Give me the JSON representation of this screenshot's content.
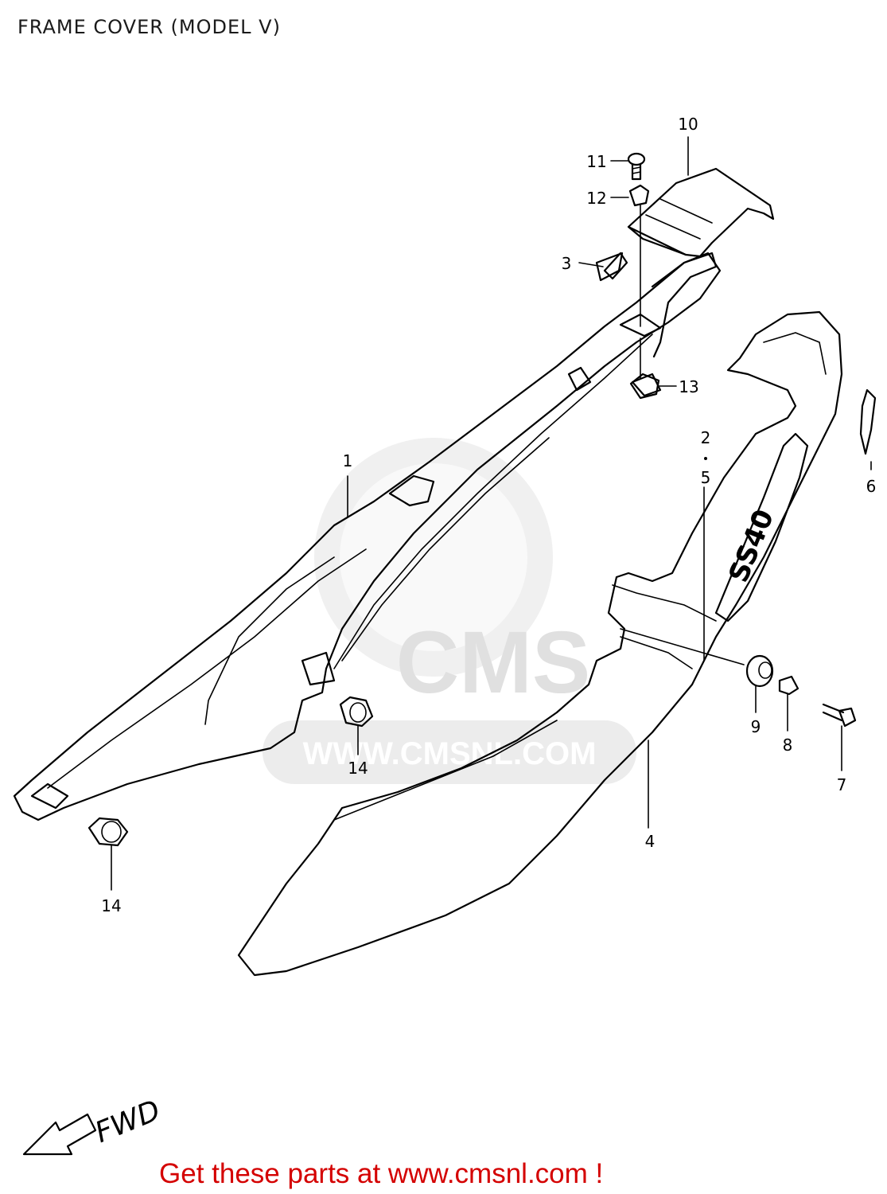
{
  "title": "FRAME COVER (MODEL V)",
  "footer": {
    "text": "Get these parts at www.cmsnl.com !",
    "color": "#d40000"
  },
  "watermark": {
    "brand": "CMS",
    "url": "WWW.CMSNL.COM"
  },
  "direction_label": "FWD",
  "cover_logo": "SS40",
  "parts": [
    {
      "id": "part-1",
      "label": "1"
    },
    {
      "id": "part-2",
      "label": "2"
    },
    {
      "id": "part-3",
      "label": "3"
    },
    {
      "id": "part-4",
      "label": "4"
    },
    {
      "id": "part-5",
      "label": "5"
    },
    {
      "id": "part-6",
      "label": "6"
    },
    {
      "id": "part-7",
      "label": "7"
    },
    {
      "id": "part-8",
      "label": "8"
    },
    {
      "id": "part-9",
      "label": "9"
    },
    {
      "id": "part-10",
      "label": "10"
    },
    {
      "id": "part-11",
      "label": "11"
    },
    {
      "id": "part-12",
      "label": "12"
    },
    {
      "id": "part-13",
      "label": "13"
    },
    {
      "id": "part-14a",
      "label": "14"
    },
    {
      "id": "part-14b",
      "label": "14"
    }
  ]
}
